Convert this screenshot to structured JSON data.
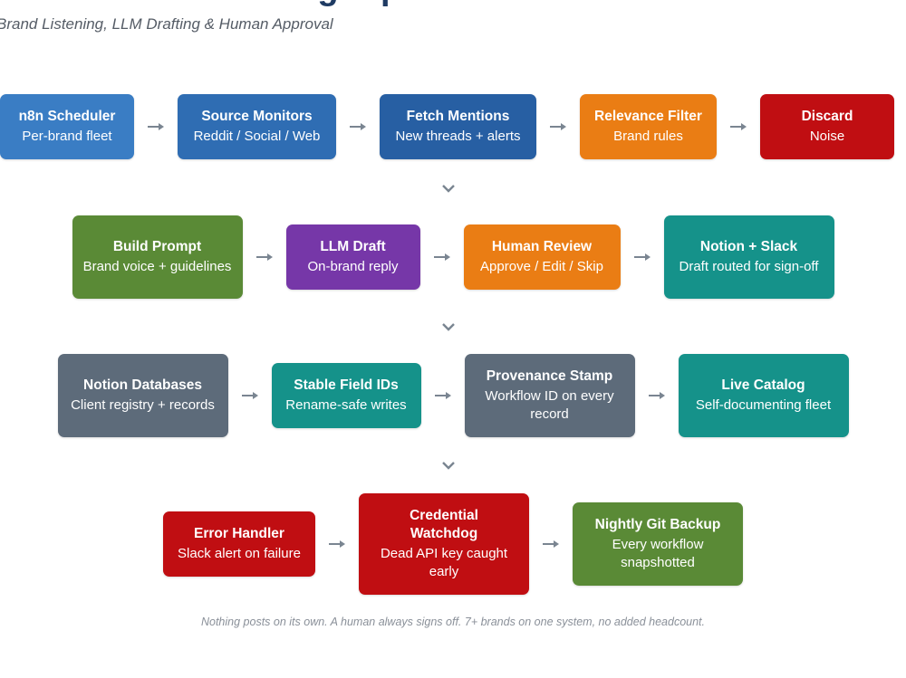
{
  "header": {
    "title": "Branded Listening Pipeline",
    "subtitle": "Brand Listening, LLM Drafting & Human Approval"
  },
  "colors": {
    "blue": "#2f6db3",
    "orange": "#ea7d14",
    "red": "#c00e12",
    "green": "#5a8a36",
    "purple": "#7637a8",
    "teal": "#15928a",
    "slate": "#5d6b7a",
    "arrow": "#7a8591"
  },
  "rows": [
    [
      {
        "title": "n8n Scheduler",
        "desc": "Per-brand fleet"
      },
      {
        "title": "Source Monitors",
        "desc": "Reddit / Social / Web"
      },
      {
        "title": "Fetch Mentions",
        "desc": "New threads + alerts"
      },
      {
        "title": "Relevance Filter",
        "desc": "Brand rules"
      },
      {
        "title": "Discard",
        "desc": "Noise"
      }
    ],
    [
      {
        "title": "Build Prompt",
        "desc": "Brand voice + guidelines"
      },
      {
        "title": "LLM Draft",
        "desc": "On-brand reply"
      },
      {
        "title": "Human Review",
        "desc": "Approve / Edit / Skip"
      },
      {
        "title": "Notion + Slack",
        "desc": "Draft routed for sign-off"
      }
    ],
    [
      {
        "title": "Notion Databases",
        "desc": "Client registry + records"
      },
      {
        "title": "Stable Field IDs",
        "desc": "Rename-safe writes"
      },
      {
        "title": "Provenance Stamp",
        "desc": "Workflow ID on every record"
      },
      {
        "title": "Live Catalog",
        "desc": "Self-documenting fleet"
      }
    ],
    [
      {
        "title": "Error Handler",
        "desc": "Slack alert on failure"
      },
      {
        "title": "Credential Watchdog",
        "desc": "Dead API key caught early"
      },
      {
        "title": "Nightly Git Backup",
        "desc": "Every workflow snapshotted"
      }
    ]
  ],
  "footer": "Nothing posts on its own. A human always signs off. 7+ brands on one system, no added headcount."
}
